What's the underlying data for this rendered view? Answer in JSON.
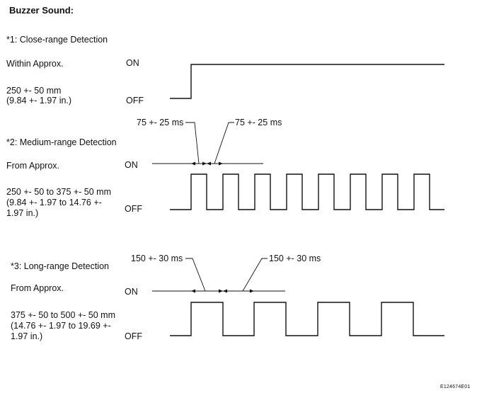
{
  "title": "Buzzer Sound:",
  "sections": [
    {
      "heading": "*1: Close-range Detection",
      "desc_line1": "Within Approx.",
      "desc_line2": "250 +- 50 mm",
      "desc_line3": "(9.84 +- 1.97 in.)",
      "on_label": "ON",
      "off_label": "OFF"
    },
    {
      "heading": "*2: Medium-range Detection",
      "desc_line1": "From Approx.",
      "desc_line2": "250 +- 50 to 375 +- 50 mm",
      "desc_line3": "(9.84 +- 1.97 to 14.76 +-",
      "desc_line4": "1.97 in.)",
      "on_label": "ON",
      "off_label": "OFF",
      "time_on": "75 +- 25 ms",
      "time_off": "75 +- 25 ms"
    },
    {
      "heading": "*3: Long-range Detection",
      "desc_line1": "From Approx.",
      "desc_line2": "375 +- 50 to 500 +- 50 mm",
      "desc_line3": "(14.76 +- 1.97 to 19.69 +-",
      "desc_line4": "1.97 in.)",
      "on_label": "ON",
      "off_label": "OFF",
      "time_on": "150 +- 30 ms",
      "time_off": "150 +- 30 ms"
    }
  ],
  "figure_code": "E124674E01"
}
